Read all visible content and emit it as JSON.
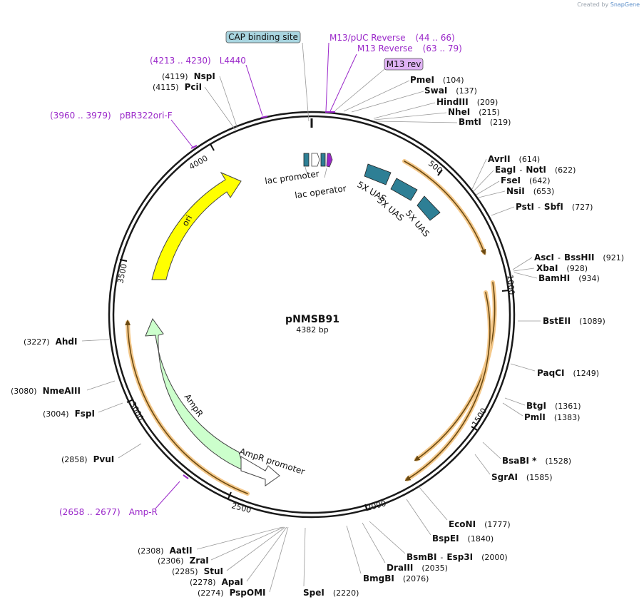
{
  "branding": {
    "prefix": "Created by",
    "name": "SnapGene"
  },
  "plasmid": {
    "name": "pNMSB91",
    "length_label": "4382 bp",
    "length": 4382
  },
  "ticks": [
    "500",
    "1000",
    "1500",
    "2000",
    "2500",
    "3000",
    "3500",
    "4000"
  ],
  "enzymes": [
    {
      "name": "PmeI",
      "pos": "(104)"
    },
    {
      "name": "SwaI",
      "pos": "(137)"
    },
    {
      "name": "HindIII",
      "pos": "(209)"
    },
    {
      "name": "NheI",
      "pos": "(215)"
    },
    {
      "name": "BmtI",
      "pos": "(219)"
    },
    {
      "name": "AvrII",
      "pos": "(614)"
    },
    {
      "name": "EagI",
      "sep": "-",
      "name2": "NotI",
      "pos": "(622)"
    },
    {
      "name": "FseI",
      "pos": "(642)"
    },
    {
      "name": "NsiI",
      "pos": "(653)"
    },
    {
      "name": "PstI",
      "sep": "-",
      "name2": "SbfI",
      "pos": "(727)"
    },
    {
      "name": "AscI",
      "sep": "-",
      "name2": "BssHII",
      "pos": "(921)"
    },
    {
      "name": "XbaI",
      "pos": "(928)"
    },
    {
      "name": "BamHI",
      "pos": "(934)"
    },
    {
      "name": "BstEII",
      "pos": "(1089)"
    },
    {
      "name": "PaqCI",
      "pos": "(1249)"
    },
    {
      "name": "BtgI",
      "pos": "(1361)"
    },
    {
      "name": "PmlI",
      "pos": "(1383)"
    },
    {
      "name": "BsaBI *",
      "pos": "(1528)"
    },
    {
      "name": "SgrAI",
      "pos": "(1585)"
    },
    {
      "name": "EcoNI",
      "pos": "(1777)"
    },
    {
      "name": "BspEI",
      "pos": "(1840)"
    },
    {
      "name": "BsmBI",
      "sep": "-",
      "name2": "Esp3I",
      "pos": "(2000)"
    },
    {
      "name": "DraIII",
      "pos": "(2035)"
    },
    {
      "name": "BmgBI",
      "pos": "(2076)"
    },
    {
      "name": "SpeI",
      "pos": "(2220)"
    },
    {
      "name": "PspOMI",
      "pos": "(2274)"
    },
    {
      "name": "ApaI",
      "pos": "(2278)"
    },
    {
      "name": "StuI",
      "pos": "(2285)"
    },
    {
      "name": "ZraI",
      "pos": "(2306)"
    },
    {
      "name": "AatII",
      "pos": "(2308)"
    },
    {
      "name": "PvuI",
      "pos": "(2858)"
    },
    {
      "name": "FspI",
      "pos": "(3004)"
    },
    {
      "name": "NmeAIII",
      "pos": "(3080)"
    },
    {
      "name": "AhdI",
      "pos": "(3227)"
    },
    {
      "name": "PciI",
      "pos": "(4115)"
    },
    {
      "name": "NspI",
      "pos": "(4119)"
    }
  ],
  "primers": [
    {
      "name": "M13/pUC Reverse",
      "range": "(44 .. 66)"
    },
    {
      "name": "M13 Reverse",
      "range": "(63 .. 79)"
    },
    {
      "name": "L4440",
      "range": "(4213 .. 4230)"
    },
    {
      "name": "pBR322ori-F",
      "range": "(3960 .. 3979)"
    },
    {
      "name": "Amp-R",
      "range": "(2658 .. 2677)"
    }
  ],
  "boxed_labels": {
    "cap": "CAP binding site",
    "m13rev": "M13 rev"
  },
  "features": {
    "lac_promoter": "lac promoter",
    "lac_operator": "lac operator",
    "uas1": "5X UAS",
    "uas2": "5X UAS",
    "uas3": "5X UAS",
    "ori": "ori",
    "ampr": "AmpR",
    "ampr_promoter": "AmpR promoter"
  },
  "colors": {
    "backbone": "#1a1a1a",
    "uas": "#2e7f95",
    "ori": "#ffff00",
    "ampr": "#ccffcc",
    "primer": "#9a28c9",
    "orf": "#f0a830",
    "cap_box": "#a8d4df",
    "m13_box": "#e0b3f5"
  }
}
